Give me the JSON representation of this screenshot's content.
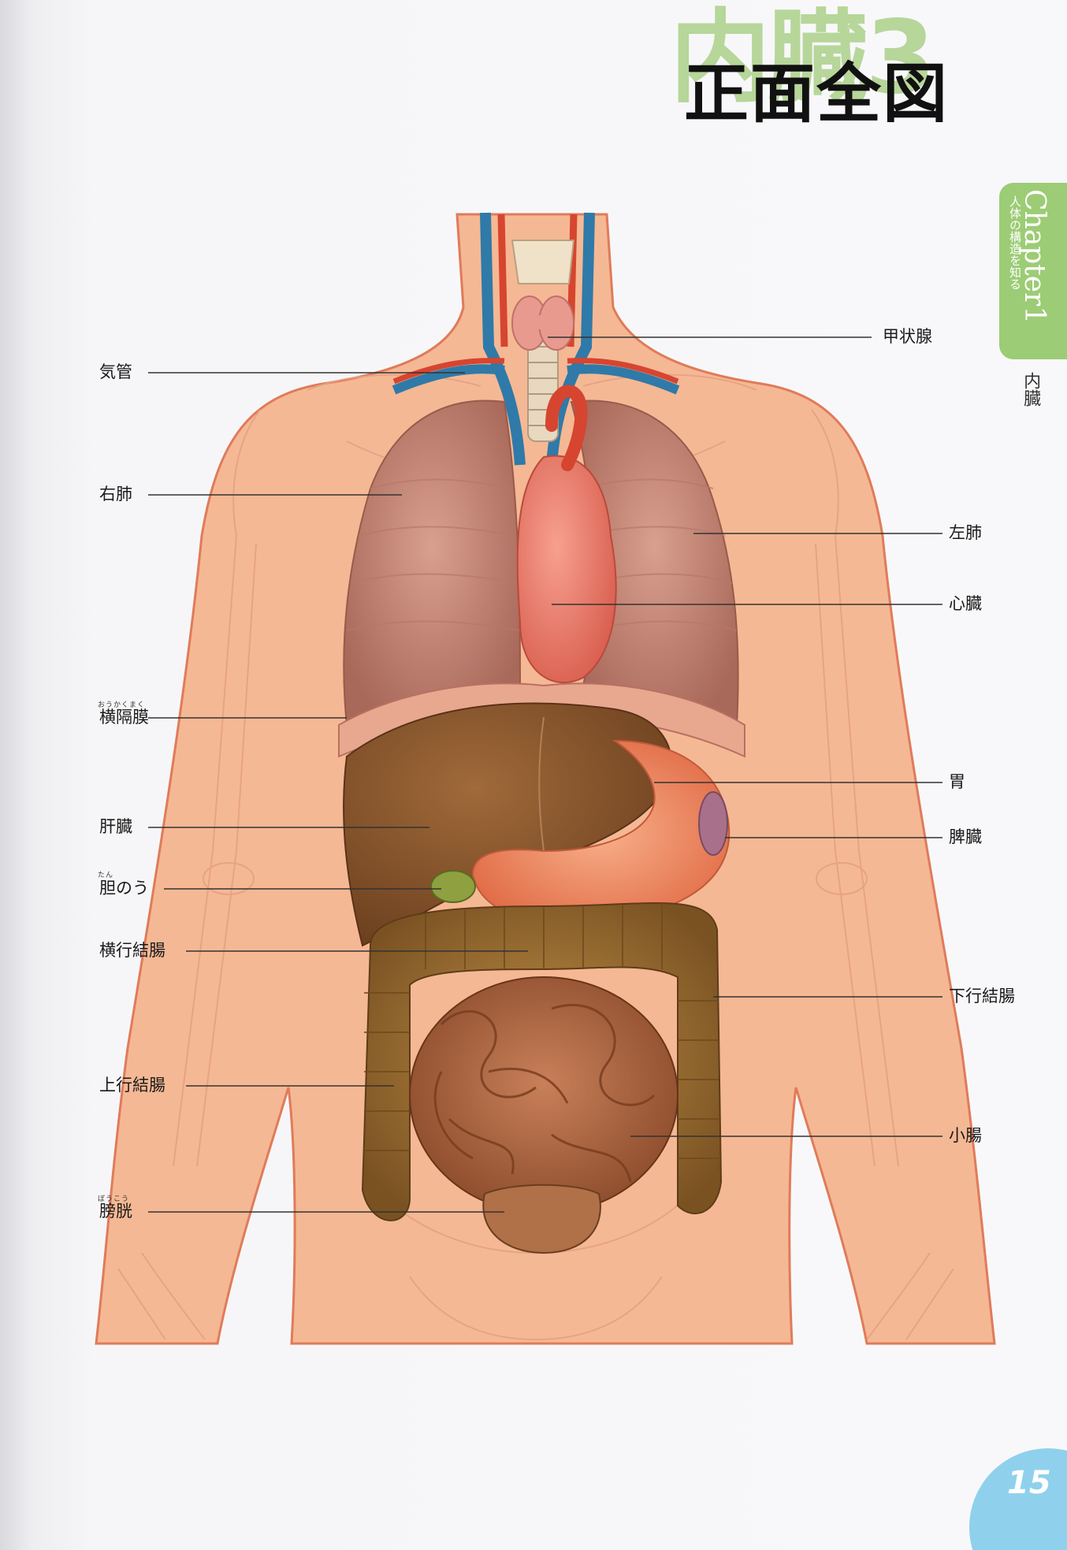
{
  "header": {
    "chapter_word": "内臓3",
    "title": "正面全図"
  },
  "side_tab": {
    "chapter_label": "Chapter1",
    "chapter_subtitle": "人体の構造を知る",
    "section_label": "内臓"
  },
  "labels": {
    "left": [
      {
        "text": "気管"
      },
      {
        "text": "右肺"
      },
      {
        "text": "横隔膜",
        "ruby": "おうかくまく"
      },
      {
        "text": "肝臓"
      },
      {
        "text": "胆のう",
        "ruby": "たん"
      },
      {
        "text": "横行結腸"
      },
      {
        "text": "上行結腸"
      },
      {
        "text": "膀胱",
        "ruby": "ぼうこう"
      }
    ],
    "right": [
      {
        "text": "甲状腺"
      },
      {
        "text": "左肺"
      },
      {
        "text": "心臓"
      },
      {
        "text": "胃"
      },
      {
        "text": "脾臓"
      },
      {
        "text": "下行結腸"
      },
      {
        "text": "小腸"
      }
    ]
  },
  "page_number": "15",
  "colors": {
    "skin": "#f5b894",
    "skin_outline": "#e07b5a",
    "bone": "#f3c8ae",
    "lung": "#c98f7c",
    "heart": "#ef7f6f",
    "liver": "#8a5430",
    "stomach": "#f08a5e",
    "intestine": "#b86a42",
    "colon": "#9a6a2e",
    "vein": "#2f7aa8",
    "artery": "#d6452f",
    "accent_green": "#9ccc75",
    "accent_blue": "#8fd1ec"
  }
}
